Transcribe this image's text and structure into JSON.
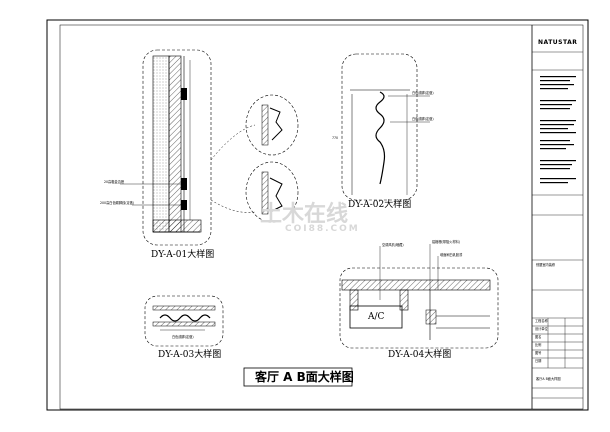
{
  "drawing": {
    "title": "客厅 A B面大样图",
    "details": [
      {
        "id": "a01",
        "label": "DY-A-01大样图"
      },
      {
        "id": "a02",
        "label": "DY-A-02大样图"
      },
      {
        "id": "a03",
        "label": "DY-A-03大样图"
      },
      {
        "id": "a04",
        "label": "DY-A-04大样图"
      }
    ],
    "callouts": {
      "a01_top": "20高粗金边槽",
      "a01_bottom": "200高白色踢脚线(定做)",
      "a02_top": "白色线脚(定做)",
      "a02_bottom": "白色线脚(定做)",
      "a04_left": "空调风机(暗藏)",
      "a04_right1": "铝格栅(带阻火材料)",
      "a04_right2": "墙面刷白乳胶漆",
      "a04_box": "A/C",
      "a03_note": "白色线脚(定做)"
    },
    "dims": {
      "a02_side": "770"
    }
  },
  "title_block": {
    "logo": "NATUSTAR",
    "rows": [
      "工程名称",
      "设计单位",
      "图名",
      "比例",
      "图号",
      "日期"
    ],
    "project": "别墅室内装修",
    "sheet_name": "客厅A B面大样图"
  },
  "watermark": {
    "main": "土木在线",
    "sub": "COI88.COM"
  }
}
